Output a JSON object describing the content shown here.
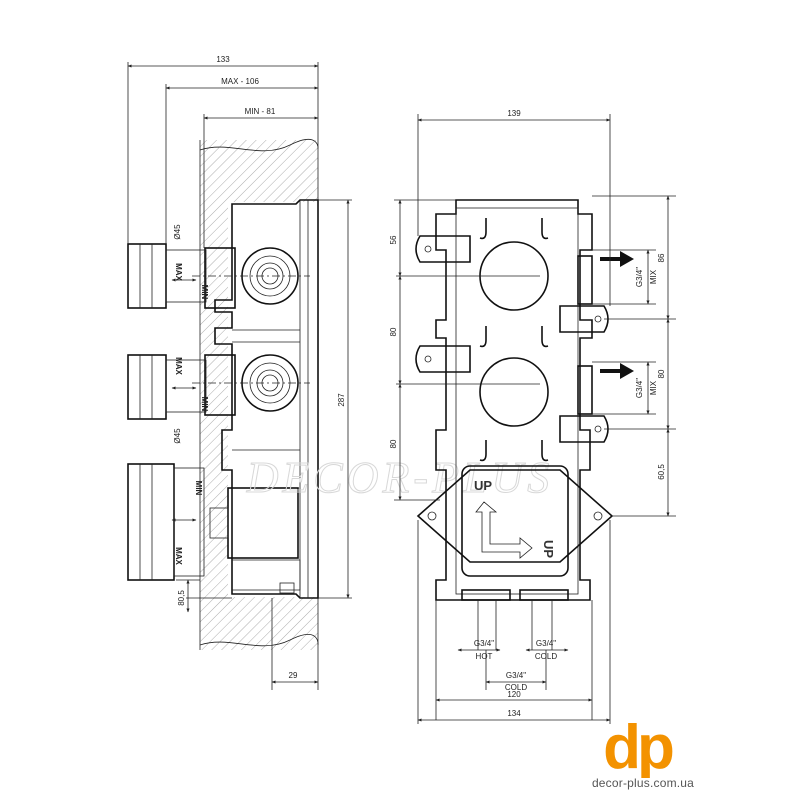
{
  "left_view": {
    "dim_width_total": "133",
    "dim_max": "MAX - 106",
    "dim_min": "MIN - 81",
    "dim_height": "287",
    "dim_bottom": "80,5",
    "dim_depth": "29",
    "diam_top": "Ø45",
    "diam_mid": "Ø45",
    "max_label": "MAX",
    "min_label": "MIN"
  },
  "right_view": {
    "dim_width_top": "139",
    "dim_width_mid": "120",
    "dim_width_bottom": "134",
    "dim_left_56": "56",
    "dim_left_80a": "80",
    "dim_left_80b": "80",
    "dim_right_86": "86",
    "dim_right_80": "80",
    "dim_right_605": "60,5",
    "mix_thread": "G3/4\"",
    "mix_label": "MIX",
    "hot_thread": "G3/4\"",
    "hot_label": "HOT",
    "cold_thread": "G3/4\"",
    "cold_label": "COLD",
    "cold2_thread": "G3/4\"",
    "cold2_label": "COLD",
    "up_label": "UP"
  },
  "watermark": "DECOR-PLUS",
  "logo": {
    "mark": "dp",
    "url": "decor-plus.com.ua",
    "color": "#f39200"
  }
}
